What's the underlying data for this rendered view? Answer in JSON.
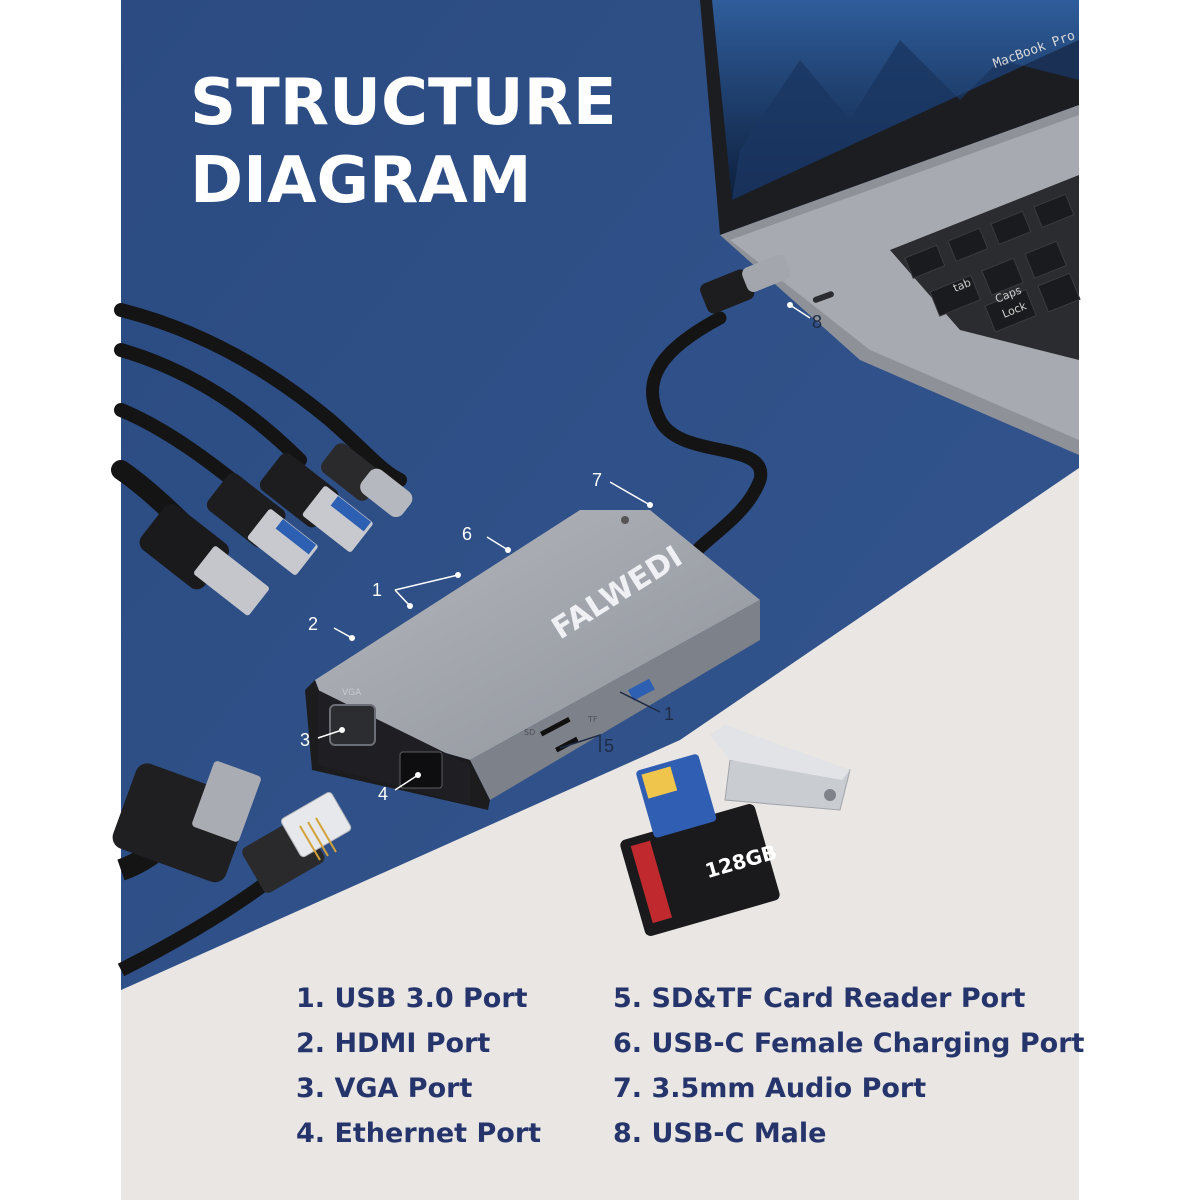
{
  "title": {
    "line1": "STRUCTURE",
    "line2": "DIAGRAM"
  },
  "brand": "FALWEDI",
  "laptop_model": "MacBook Pro",
  "keyboard_keys": {
    "tab": "tab",
    "caps_lock_1": "Caps",
    "caps_lock_2": "Lock"
  },
  "port_labels": {
    "vga": "VGA",
    "sd": "SD",
    "tf": "TF"
  },
  "sd_card_capacity": "128GB",
  "callouts": [
    "1",
    "1",
    "2",
    "3",
    "4",
    "5",
    "6",
    "7",
    "8"
  ],
  "legend_left": [
    "1. USB 3.0 Port",
    "2. HDMI Port",
    "3. VGA Port",
    "4. Ethernet Port"
  ],
  "legend_right": [
    "5. SD&TF Card Reader Port",
    "6. USB-C Female Charging Port",
    "7. 3.5mm Audio Port",
    "8. USB-C Male"
  ],
  "colors": {
    "blue_background": "#2f4f86",
    "light_background": "#e9e6e3",
    "hub_body": "#a6a9b0",
    "legend_text": "#25356b"
  }
}
